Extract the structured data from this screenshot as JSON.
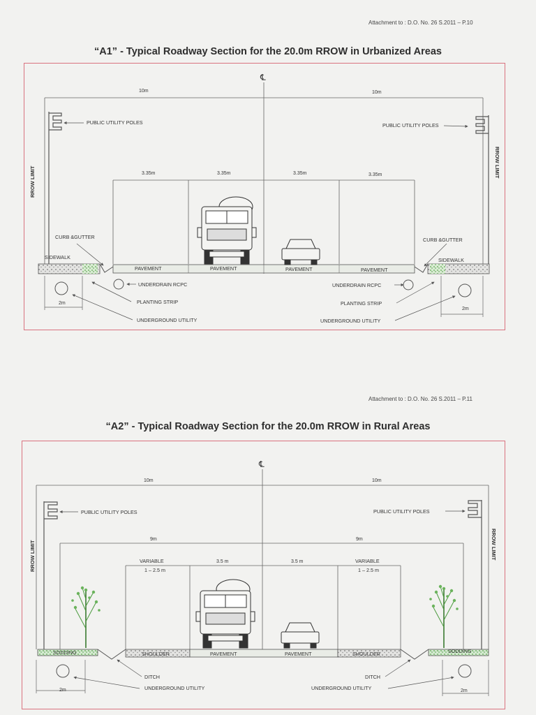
{
  "colors": {
    "frame": "#d9727f",
    "line": "#555555",
    "grass": "#7cba6f"
  },
  "a1": {
    "attachment": "Attachment to : D.O. No. 26 S.2011 – P.10",
    "title": "“A1” - Typical Roadway Section for the 20.0m RROW in Urbanized Areas",
    "centerline": "℄",
    "dim_left": "10m",
    "dim_right": "10m",
    "lanes": [
      "3.35m",
      "3.35m",
      "3.35m",
      "3.35m"
    ],
    "rrow_limit": "RROW LIMIT",
    "public_utility_poles": "PUBLIC UTILITY POLES",
    "curb_gutter": "CURB &GUTTER",
    "sidewalk": "SIDEWALK",
    "pavement": "PAVEMENT",
    "underdrain": "UNDERDRAIN RCPC",
    "planting_strip": "PLANTING STRIP",
    "underground_utility": "UNDERGROUND UTILITY",
    "dim_2m": "2m"
  },
  "a2": {
    "attachment": "Attachment to : D.O. No. 26 S.2011 – P.11",
    "title": "“A2” - Typical Roadway Section for the 20.0m RROW in Rural Areas",
    "centerline": "℄",
    "dim_left": "10m",
    "dim_right": "10m",
    "dim_9m_left": "9m",
    "dim_9m_right": "9m",
    "variable": "VARIABLE",
    "variable_range": "1 – 2.5 m",
    "lane": "3.5 m",
    "rrow_limit": "RROW LIMIT",
    "public_utility_poles": "PUBLIC UTILITY POLES",
    "sodding": "SODDING",
    "shoulder": "SHOULDER",
    "pavement": "PAVEMENT",
    "ditch": "DITCH",
    "underground_utility": "UNDERGROUND UTILITY",
    "dim_2m": "2m"
  }
}
